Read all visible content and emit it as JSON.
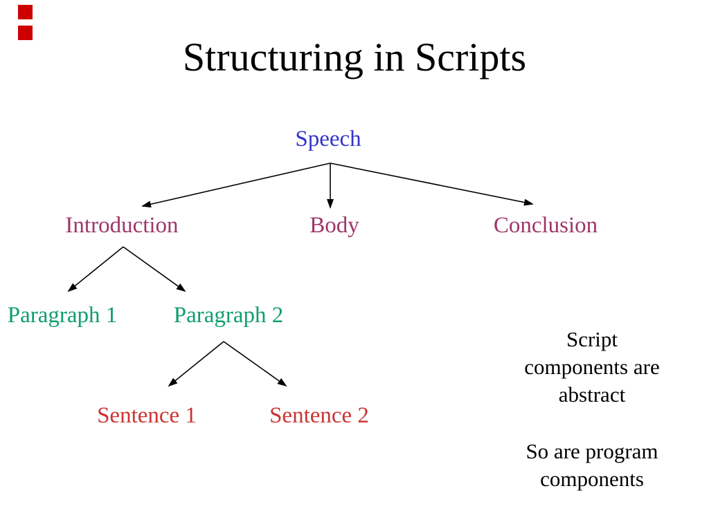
{
  "slide": {
    "title": "Structuring in Scripts",
    "decoration": {
      "square_color": "#cc0000"
    },
    "colors": {
      "background": "#ffffff",
      "title": "#000000",
      "root": "#3333cc",
      "level2": "#9e3668",
      "level3": "#0f9d70",
      "level4": "#cc3333",
      "notes": "#000000",
      "connector": "#000000"
    },
    "tree": {
      "root": {
        "label": "Speech"
      },
      "level2": [
        {
          "label": "Introduction"
        },
        {
          "label": "Body"
        },
        {
          "label": "Conclusion"
        }
      ],
      "level3": [
        {
          "label": "Paragraph 1"
        },
        {
          "label": "Paragraph 2"
        }
      ],
      "level4": [
        {
          "label": "Sentence 1"
        },
        {
          "label": "Sentence 2"
        }
      ]
    },
    "notes": [
      {
        "lines": [
          "Script",
          "components are",
          "abstract"
        ]
      },
      {
        "lines": [
          "So are program",
          "components"
        ]
      }
    ]
  }
}
